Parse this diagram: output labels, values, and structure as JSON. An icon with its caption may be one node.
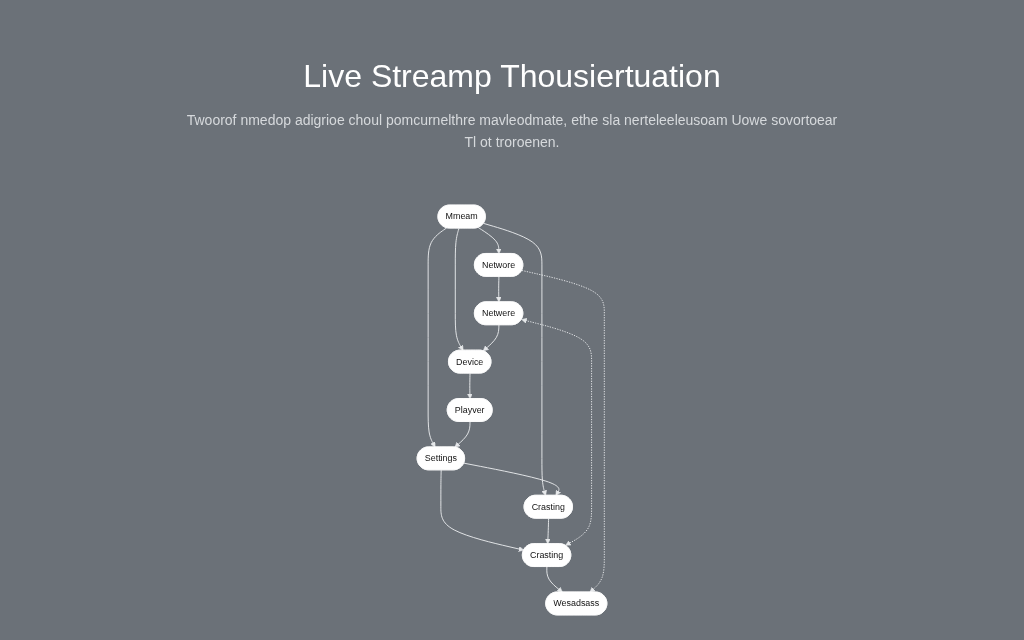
{
  "diagram": {
    "title": "Live Streamp Thousiertuation",
    "nodes": [
      {
        "text": [
          "Mmeam"
        ]
      },
      {
        "text": [
          "Networe"
        ]
      },
      {
        "text": [
          "Netwere"
        ]
      },
      {
        "text": [
          "Device"
        ]
      },
      {
        "text": [
          "Playver"
        ]
      },
      {
        "text": [
          "Settings"
        ]
      },
      {
        "text": [
          "Crasting"
        ]
      },
      {
        "text": [
          "Crasting"
        ]
      },
      {
        "text": [
          "Wesadsass"
        ]
      }
    ],
    "edges": [
      {
        "from": 0,
        "to": 1,
        "arrow": "to"
      },
      {
        "from": 0,
        "to": 3,
        "arrow": "to"
      },
      {
        "from": 0,
        "to": 5,
        "arrow": "to"
      },
      {
        "from": 0,
        "to": 6,
        "arrow": "to"
      },
      {
        "from": 1,
        "to": 2,
        "arrow": "to"
      },
      {
        "from": 2,
        "to": 3,
        "arrow": "to"
      },
      {
        "from": 3,
        "to": 4,
        "arrow": "to"
      },
      {
        "from": 4,
        "to": 5,
        "arrow": "to"
      },
      {
        "from": 5,
        "to": 6,
        "arrow": "to"
      },
      {
        "from": 5,
        "to": 7,
        "arrow": "to"
      },
      {
        "from": 6,
        "to": 7,
        "arrow": "to"
      },
      {
        "from": 7,
        "to": 2,
        "arrow": "both",
        "style": "dashed"
      },
      {
        "from": 7,
        "to": 8,
        "arrow": "to"
      },
      {
        "from": 1,
        "to": 8,
        "arrow": "to",
        "style": "dashed"
      }
    ],
    "labels": [
      "Twoorof nmedop adigrioe choul pomcurnelthre mavleodmate, ethe sla nerteleeleusoam Uowe sovortoear Tl ot troroenen."
    ]
  }
}
